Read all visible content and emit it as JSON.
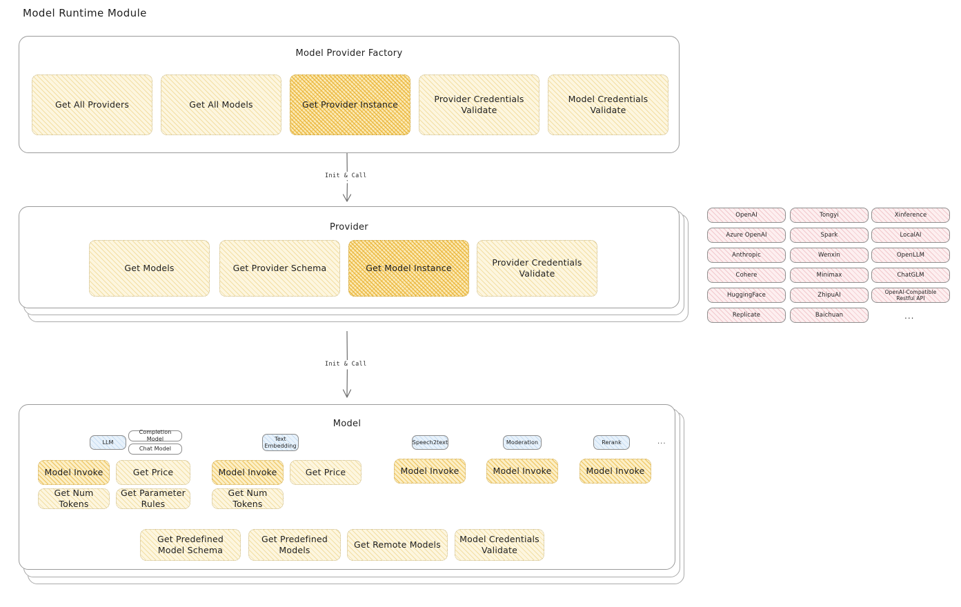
{
  "title": "Model Runtime Module",
  "factory": {
    "title": "Model Provider Factory",
    "nodes": [
      {
        "label": "Get All Providers",
        "highlight": false
      },
      {
        "label": "Get All Models",
        "highlight": false
      },
      {
        "label": "Get Provider Instance",
        "highlight": true
      },
      {
        "label": "Provider Credentials Validate",
        "highlight": false
      },
      {
        "label": "Model Credentials Validate",
        "highlight": false
      }
    ]
  },
  "arrows": {
    "factory_to_provider": "Init & Call",
    "provider_to_model": "Init & Call"
  },
  "provider": {
    "title": "Provider",
    "nodes": [
      {
        "label": "Get Models",
        "highlight": false
      },
      {
        "label": "Get Provider Schema",
        "highlight": false
      },
      {
        "label": "Get Model Instance",
        "highlight": true
      },
      {
        "label": "Provider Credentials Validate",
        "highlight": false
      }
    ]
  },
  "provider_list": {
    "columns": [
      [
        "OpenAI",
        "Azure OpenAI",
        "Anthropic",
        "Cohere",
        "HuggingFace",
        "Replicate"
      ],
      [
        "Tongyi",
        "Spark",
        "Wenxin",
        "Minimax",
        "ZhipuAI",
        "Baichuan"
      ],
      [
        "Xinference",
        "LocalAI",
        "OpenLLM",
        "ChatGLM",
        "OpenAI-Compatible Restful API"
      ]
    ],
    "more": "..."
  },
  "model": {
    "title": "Model",
    "more": "...",
    "types": [
      {
        "tag": "LLM",
        "subtags": [
          "Completion Model",
          "Chat Model"
        ],
        "methods_row1": [
          {
            "label": "Model Invoke",
            "highlight": true
          },
          {
            "label": "Get Price",
            "highlight": false
          }
        ],
        "methods_row2": [
          {
            "label": "Get Num Tokens",
            "highlight": false
          },
          {
            "label": "Get Parameter Rules",
            "highlight": false
          }
        ]
      },
      {
        "tag": "Text Embedding",
        "subtags": [],
        "methods_row1": [
          {
            "label": "Model Invoke",
            "highlight": true
          },
          {
            "label": "Get Price",
            "highlight": false
          }
        ],
        "methods_row2": [
          {
            "label": "Get Num Tokens",
            "highlight": false
          }
        ]
      },
      {
        "tag": "Speech2text",
        "subtags": [],
        "methods_row1": [
          {
            "label": "Model Invoke",
            "highlight": true
          }
        ],
        "methods_row2": []
      },
      {
        "tag": "Moderation",
        "subtags": [],
        "methods_row1": [
          {
            "label": "Model Invoke",
            "highlight": true
          }
        ],
        "methods_row2": []
      },
      {
        "tag": "Rerank",
        "subtags": [],
        "methods_row1": [
          {
            "label": "Model Invoke",
            "highlight": true
          }
        ],
        "methods_row2": []
      }
    ],
    "common_methods": [
      "Get Predefined Model Schema",
      "Get Predefined Models",
      "Get Remote Models",
      "Model Credentials Validate"
    ]
  },
  "colors": {
    "amber_fill": "#fdf6df",
    "amber_hatch": "#eac970",
    "amber_strong_fill": "#fbeab6",
    "amber_strong_hatch": "#e9b02e",
    "rose_fill": "#fdeff0",
    "rose_hatch": "#e2969e",
    "blue_fill": "#e8f2fb",
    "blue_hatch": "#96bee4",
    "panel_border": "#9a9a9a",
    "text": "#1e1e1e"
  }
}
